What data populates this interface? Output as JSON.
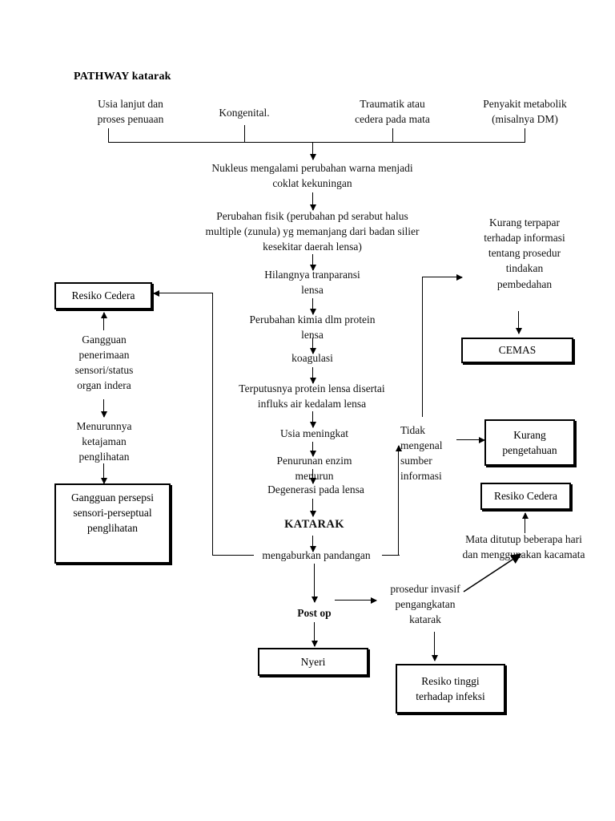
{
  "document": {
    "title": "PATHWAY  katarak",
    "type": "clinical-pathway-flowchart",
    "language": "id"
  },
  "causes": [
    {
      "id": "cause-usia",
      "text": "Usia lanjut dan\nproses penuaan"
    },
    {
      "id": "cause-kongenital",
      "text": "Kongenital."
    },
    {
      "id": "cause-traumatik",
      "text": "Traumatik atau\ncedera pada mata"
    },
    {
      "id": "cause-metabolik",
      "text": "Penyakit metabolik\n(misalnya DM)"
    }
  ],
  "main_chain": [
    {
      "id": "nukleus",
      "text": "Nukleus  mengalami perubahan warna menjadi\ncoklat kekuningan"
    },
    {
      "id": "perubahan-fisik",
      "text": "Perubahan fisik (perubahan pd serabut halus\nmultiple (zunula) yg memanjang dari badan silier\nkesekitar daerah lensa)"
    },
    {
      "id": "hilangnya",
      "text": "Hilangnya tranparansi\nlensa"
    },
    {
      "id": "perubahan-kimia",
      "text": "Perubahan kimia dlm protein\nlensa"
    },
    {
      "id": "koagulasi",
      "text": "koagulasi"
    },
    {
      "id": "terputusnya",
      "text": "Terputusnya protein lensa disertai\ninfluks air kedalam lensa"
    },
    {
      "id": "usia-meningkat",
      "text": "Usia meningkat"
    },
    {
      "id": "penurunan-enzim",
      "text": "Penurunan enzim\nmenurun"
    },
    {
      "id": "degenerasi",
      "text": "Degenerasi pada lensa"
    },
    {
      "id": "katarak",
      "text": "KATARAK"
    },
    {
      "id": "mengaburkan",
      "text": "mengaburkan pandangan"
    }
  ],
  "left_branch": {
    "resiko_cedera_box": "Resiko Cedera",
    "gangguan_penerimaan": "Gangguan\npenerimaan\nsensori/status\norgan indera",
    "menurunnya": "Menurunnya\nketajaman\npenglihatan",
    "gangguan_persepsi_box": "Gangguan persepsi\nsensori-perseptual\npenglihatan"
  },
  "right_branch": {
    "kurang_terpapar": "Kurang terpapar\nterhadap informasi\ntentang prosedur\ntindakan\npembedahan",
    "cemas_box": "CEMAS",
    "tidak_mengenal": "Tidak\nmengenal\nsumber\ninformasi",
    "kurang_pengetahuan_box": "Kurang\npengetahuan",
    "resiko_cedera_box": "Resiko Cedera",
    "mata_ditutup": "Mata ditutup beberapa hari\ndan menggunakan kacamata"
  },
  "post_op_branch": {
    "post_op": "Post op",
    "nyeri_box": "Nyeri",
    "prosedur_invasif": "prosedur invasif\npengangkatan\nkatarak",
    "resiko_tinggi_box": "Resiko tinggi\nterhadap infeksi"
  },
  "style": {
    "ink": "#000000",
    "paper": "#ffffff"
  }
}
